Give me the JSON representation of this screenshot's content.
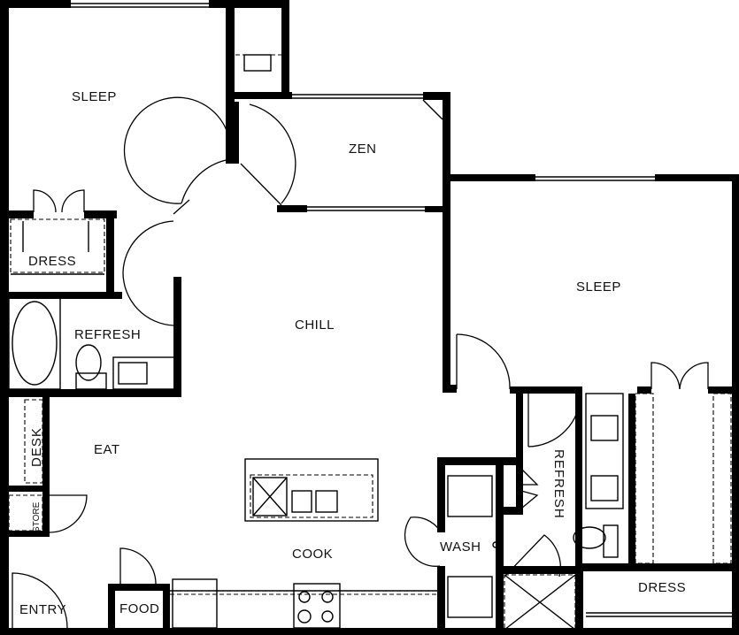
{
  "rooms": {
    "sleep_1": "SLEEP",
    "zen": "ZEN",
    "dress_1": "DRESS",
    "refresh_1": "REFRESH",
    "chill": "CHILL",
    "sleep_2": "SLEEP",
    "eat": "EAT",
    "desk": "DESK",
    "store": "STORE",
    "cook": "COOK",
    "wash": "WASH",
    "refresh_2": "REFRESH",
    "dress_2": "DRESS",
    "entry": "ENTRY",
    "food": "FOOD"
  }
}
